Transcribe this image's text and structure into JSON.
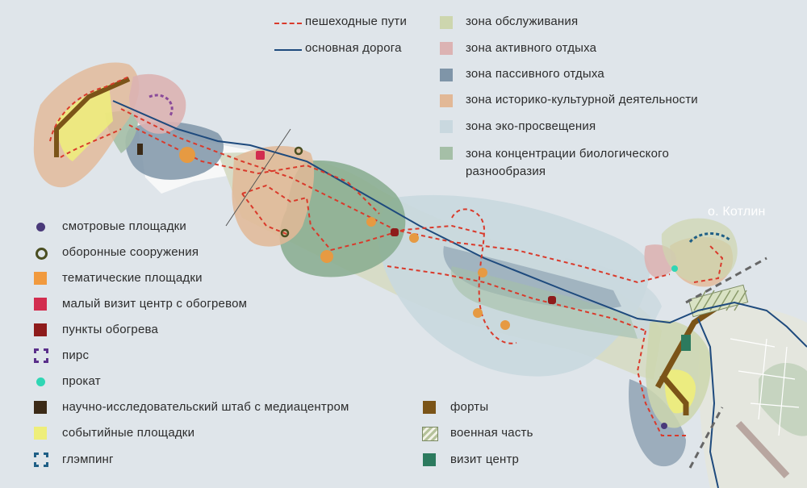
{
  "island_label": "о. Котлин",
  "legend_top": [
    {
      "label": "пешеходные пути",
      "kind": "dashed-line",
      "color": "#d93a2b"
    },
    {
      "label": "основная дорога",
      "kind": "line",
      "color": "#1e4a7d"
    }
  ],
  "legend_zones": [
    {
      "label": "зона обслуживания",
      "color": "#cdd6ae"
    },
    {
      "label": "зона активного отдыха",
      "color": "#dcb3b3"
    },
    {
      "label": "зона пассивного отдыха",
      "color": "#7f95a8"
    },
    {
      "label": "зона историко-культурной деятельности",
      "color": "#e2b896"
    },
    {
      "label": "зона эко-просвещения",
      "color": "#c9d8df"
    },
    {
      "label": "зона концентрации биологического разнообразия",
      "color": "#a5bfa7"
    }
  ],
  "legend_left": [
    {
      "label": "смотровые площадки",
      "kind": "dot",
      "color": "#4a3a7a"
    },
    {
      "label": "оборонные сооружения",
      "kind": "ring",
      "color": "#4a4e21"
    },
    {
      "label": "тематические площадки",
      "kind": "square",
      "color": "#f19a3e"
    },
    {
      "label": "малый визит центр с обогревом",
      "kind": "square",
      "color": "#d22d4f"
    },
    {
      "label": "пункты обогрева",
      "kind": "square",
      "color": "#8e1b1b"
    },
    {
      "label": "пирс",
      "kind": "dashed-box",
      "color": "#5a2f8a"
    },
    {
      "label": "прокат",
      "kind": "dot",
      "color": "#2fd6b4"
    },
    {
      "label": "научно-исследовательский штаб с медиацентром",
      "kind": "square",
      "color": "#3b2a17"
    },
    {
      "label": "событийные площадки",
      "kind": "square",
      "color": "#eeee7a"
    },
    {
      "label": "глэмпинг",
      "kind": "dashed-box",
      "color": "#1f5f86"
    }
  ],
  "legend_right": [
    {
      "label": "форты",
      "kind": "square",
      "color": "#7b5418"
    },
    {
      "label": "военная часть",
      "kind": "hatch",
      "color": "#b5c29a"
    },
    {
      "label": "визит центр",
      "kind": "square",
      "color": "#2c7a5e"
    }
  ]
}
